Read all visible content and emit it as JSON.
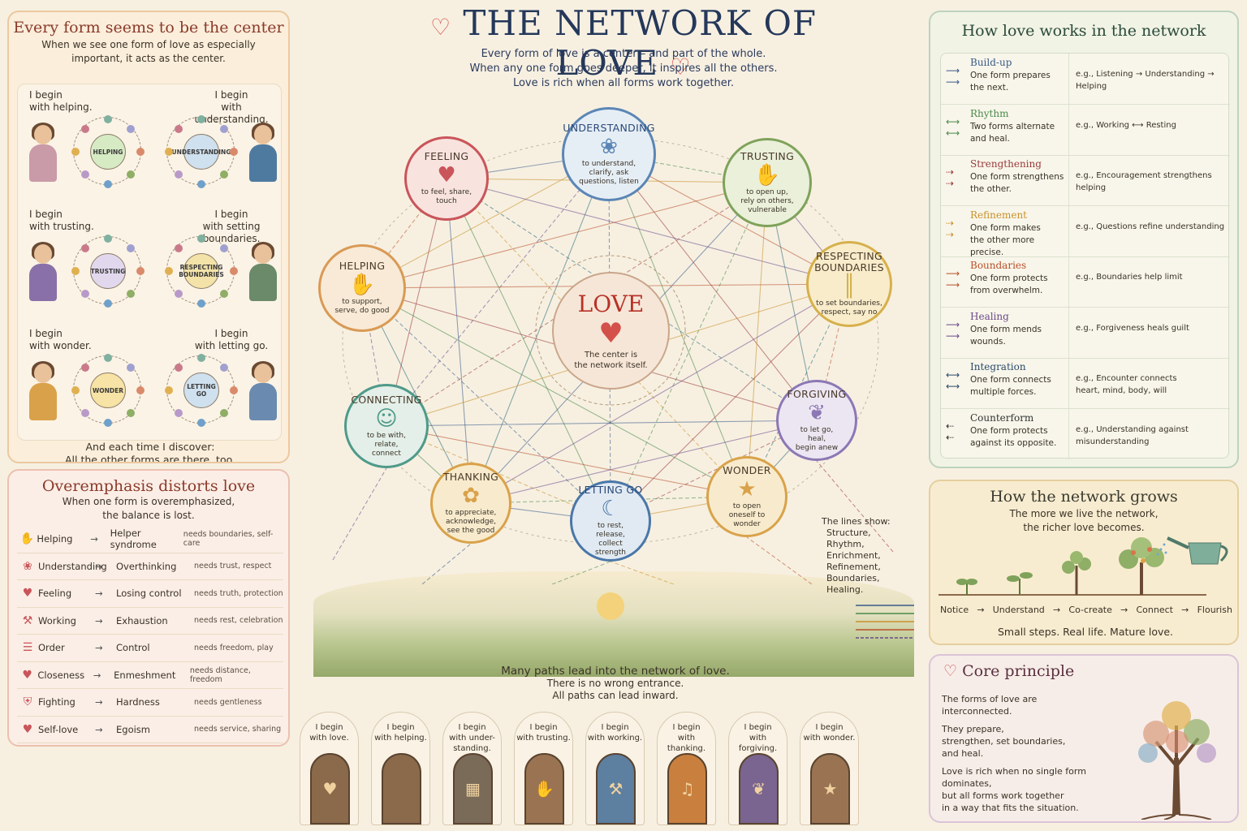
{
  "title": "THE NETWORK OF LOVE",
  "intro": [
    "Every form of love is a center – and part of the whole.",
    "When any one form goes deeper, it inspires all the others.",
    "Love is rich when all forms work together."
  ],
  "center_panel": {
    "title": "Every form seems to be the center",
    "subtitle": [
      "When we see one form of love as especially",
      "important, it acts as the center."
    ],
    "cells": [
      {
        "line1": "I begin",
        "line2": "with helping.",
        "hub": "HELPING",
        "color": "#d6ebc4"
      },
      {
        "line1": "I begin",
        "line2": "with understanding.",
        "hub": "UNDERSTANDING",
        "color": "#cfe0ee"
      },
      {
        "line1": "I begin",
        "line2": "with trusting.",
        "hub": "TRUSTING",
        "color": "#e2d8ee"
      },
      {
        "line1": "I begin",
        "line2": "with setting boundaries.",
        "hub": "RESPECTING BOUNDARIES",
        "color": "#f3e3a9"
      },
      {
        "line1": "I begin",
        "line2": "with wonder.",
        "hub": "WONDER",
        "color": "#f6e3a5"
      },
      {
        "line1": "I begin",
        "line2": "with letting go.",
        "hub": "LETTING GO",
        "color": "#cfe1ee"
      }
    ],
    "footer": [
      "And each time I discover:",
      "All the other forms are there, too."
    ]
  },
  "overemphasis": {
    "title": "Overemphasis distorts love",
    "subtitle": [
      "When one form is overemphasized,",
      "the balance is lost."
    ],
    "arrow": "→",
    "rows": [
      {
        "icon": "✋",
        "from": "Helping",
        "to": "Helper syndrome",
        "need": "needs boundaries, self-care"
      },
      {
        "icon": "❀",
        "from": "Understanding",
        "to": "Overthinking",
        "need": "needs trust, respect"
      },
      {
        "icon": "♥",
        "from": "Feeling",
        "to": "Losing control",
        "need": "needs truth, protection"
      },
      {
        "icon": "⚒",
        "from": "Working",
        "to": "Exhaustion",
        "need": "needs rest, celebration"
      },
      {
        "icon": "☰",
        "from": "Order",
        "to": "Control",
        "need": "needs freedom, play"
      },
      {
        "icon": "♥",
        "from": "Closeness",
        "to": "Enmeshment",
        "need": "needs distance, freedom"
      },
      {
        "icon": "⛨",
        "from": "Fighting",
        "to": "Hardness",
        "need": "needs gentleness"
      },
      {
        "icon": "♥",
        "from": "Self-love",
        "to": "Egoism",
        "need": "needs service, sharing"
      }
    ]
  },
  "network": {
    "center": {
      "title": "LOVE",
      "desc": [
        "The center is",
        "the network itself."
      ]
    },
    "nodes": [
      {
        "id": "understanding",
        "title": "UNDERSTANDING",
        "icon": "❀",
        "desc": [
          "to understand,",
          "clarify, ask",
          "questions, listen"
        ],
        "color": "#5b86b5",
        "fill": "#e6eef5"
      },
      {
        "id": "feeling",
        "title": "FEELING",
        "icon": "♥",
        "desc": [
          "to feel, share,",
          "touch"
        ],
        "color": "#c9555a",
        "fill": "#f8e3df"
      },
      {
        "id": "trusting",
        "title": "TRUSTING",
        "icon": "✋",
        "desc": [
          "to open up,",
          "rely on others,",
          "vulnerable"
        ],
        "color": "#7fa25a",
        "fill": "#eaf0da"
      },
      {
        "id": "helping",
        "title": "HELPING",
        "icon": "✋",
        "desc": [
          "to support,",
          "serve, do good"
        ],
        "color": "#d99a55",
        "fill": "#f8ead6"
      },
      {
        "id": "boundaries",
        "title": "RESPECTING BOUNDARIES",
        "icon": "║",
        "desc": [
          "to set boundaries,",
          "respect, say no"
        ],
        "color": "#d6b04a",
        "fill": "#f8eccb"
      },
      {
        "id": "connecting",
        "title": "CONNECTING",
        "icon": "☺",
        "desc": [
          "to be with,",
          "relate,",
          "connect"
        ],
        "color": "#4f9a8a",
        "fill": "#e3efe8"
      },
      {
        "id": "forgiving",
        "title": "FORGIVING",
        "icon": "❦",
        "desc": [
          "to let go,",
          "heal,",
          "begin anew"
        ],
        "color": "#8c78b5",
        "fill": "#ece6f2"
      },
      {
        "id": "thanking",
        "title": "THANKING",
        "icon": "✿",
        "desc": [
          "to appreciate,",
          "acknowledge,",
          "see the good"
        ],
        "color": "#d9a24a",
        "fill": "#f8ebcd"
      },
      {
        "id": "lettinggo",
        "title": "LETTING GO",
        "icon": "☾",
        "desc": [
          "to rest,",
          "release,",
          "collect",
          "strength"
        ],
        "color": "#4a77a8",
        "fill": "#e1eaf3"
      },
      {
        "id": "wonder",
        "title": "WONDER",
        "icon": "★",
        "desc": [
          "to open",
          "oneself to",
          "wonder"
        ],
        "color": "#d9a24a",
        "fill": "#f8ebcd"
      }
    ],
    "lines_legend": {
      "title": "The lines show:",
      "items": [
        "Structure,",
        "Rhythm,",
        "Enrichment,",
        "Refinement,",
        "Boundaries,",
        "Healing."
      ]
    }
  },
  "paths": {
    "title": "Many paths lead into the network of love.",
    "lines": [
      "There is no wrong entrance.",
      "All paths can lead inward."
    ],
    "doors": [
      {
        "line1": "I begin",
        "line2": "with love.",
        "icon": "♥",
        "color": "#8a6a4a"
      },
      {
        "line1": "I begin",
        "line2": "with helping.",
        "icon": "",
        "color": "#8a6a4a"
      },
      {
        "line1": "I begin",
        "line2": "with under-",
        "line3": "standing.",
        "icon": "▦",
        "color": "#7a6a58"
      },
      {
        "line1": "I begin",
        "line2": "with trusting.",
        "icon": "✋",
        "color": "#9a7452"
      },
      {
        "line1": "I begin",
        "line2": "with working.",
        "icon": "⚒",
        "color": "#5d7fa0"
      },
      {
        "line1": "I begin",
        "line2": "with thanking.",
        "icon": "♫",
        "color": "#c9803e"
      },
      {
        "line1": "I begin",
        "line2": "with forgiving.",
        "icon": "❦",
        "color": "#7a6590"
      },
      {
        "line1": "I begin",
        "line2": "with wonder.",
        "icon": "★",
        "color": "#9a7452"
      }
    ]
  },
  "how_works": {
    "title": "How love works in the network",
    "rows": [
      {
        "name": "Build-up",
        "desc": [
          "One form prepares",
          "the next."
        ],
        "example": [
          "e.g., Listening → Understanding → Helping"
        ],
        "color": "#3a5a8a",
        "arrows": "⟶"
      },
      {
        "name": "Rhythm",
        "desc": [
          "Two forms alternate",
          "and heal."
        ],
        "example": [
          "e.g., Working ⟷ Resting"
        ],
        "color": "#4a8a4a",
        "arrows": "⟷"
      },
      {
        "name": "Strengthening",
        "desc": [
          "One form strengthens",
          "the other."
        ],
        "example": [
          "e.g., Encouragement strengthens helping"
        ],
        "color": "#9a3a3a",
        "arrows": "⇢"
      },
      {
        "name": "Refinement",
        "desc": [
          "One form makes",
          "the other more precise."
        ],
        "example": [
          "e.g., Questions refine understanding"
        ],
        "color": "#c9902a",
        "arrows": "⇢"
      },
      {
        "name": "Boundaries",
        "desc": [
          "One form protects",
          "from overwhelm."
        ],
        "example": [
          "e.g., Boundaries help limit"
        ],
        "color": "#b8502a",
        "arrows": "⟶"
      },
      {
        "name": "Healing",
        "desc": [
          "One form mends",
          "wounds."
        ],
        "example": [
          "e.g., Forgiveness heals guilt"
        ],
        "color": "#6a4a8a",
        "arrows": "⟶"
      },
      {
        "name": "Integration",
        "desc": [
          "One form connects",
          "multiple forces."
        ],
        "example": [
          "e.g., Encounter connects",
          "heart, mind, body, will"
        ],
        "color": "#2a4a6a",
        "arrows": "⟷"
      },
      {
        "name": "Counterform",
        "desc": [
          "One form protects",
          "against its opposite."
        ],
        "example": [
          "e.g., Understanding against",
          "misunderstanding"
        ],
        "color": "#333333",
        "arrows": "⇠"
      }
    ]
  },
  "grows": {
    "title": "How the network grows",
    "subtitle": [
      "The more we live the network,",
      "the richer love becomes."
    ],
    "arrow": "→",
    "steps": [
      "Notice",
      "Understand",
      "Co-create",
      "Connect",
      "Flourish"
    ],
    "footer": "Small steps. Real life. Mature love."
  },
  "core": {
    "title": "Core principle",
    "p1": "The forms of love are interconnected.",
    "p2": [
      "They prepare,",
      "strengthen, set boundaries,",
      "and heal."
    ],
    "p3": [
      "Love is rich when no single form",
      "dominates,",
      "but all forms work together",
      "in a way that fits the situation."
    ]
  }
}
